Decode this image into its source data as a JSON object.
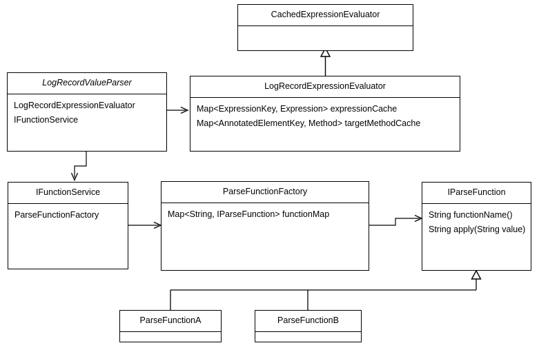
{
  "diagram": {
    "title": "UML class diagram",
    "background_color": "#ffffff",
    "line_color": "#000000",
    "text_color": "#000000"
  },
  "classes": {
    "cached_expression_evaluator": {
      "name": "CachedExpressionEvaluator",
      "stereotype": "",
      "abstract": false,
      "attributes": []
    },
    "log_record_value_parser": {
      "name": "LogRecordValueParser",
      "stereotype": "",
      "abstract": true,
      "attributes": [
        "LogRecordExpressionEvaluator",
        "IFunctionService"
      ]
    },
    "log_record_expression_evaluator": {
      "name": "LogRecordExpressionEvaluator",
      "stereotype": "",
      "abstract": false,
      "attributes": [
        "Map<ExpressionKey, Expression> expressionCache",
        "Map<AnnotatedElementKey, Method> targetMethodCache"
      ]
    },
    "ifunction_service": {
      "name": "IFunctionService",
      "stereotype": "",
      "abstract": false,
      "attributes": [
        "ParseFunctionFactory"
      ]
    },
    "parse_function_factory": {
      "name": "ParseFunctionFactory",
      "stereotype": "",
      "abstract": false,
      "attributes": [
        "Map<String, IParseFunction> functionMap"
      ]
    },
    "iparse_function": {
      "name": "IParseFunction",
      "stereotype": "",
      "abstract": false,
      "attributes": [
        "String functionName()",
        "String apply(String value)"
      ]
    },
    "parse_function_a": {
      "name": "ParseFunctionA",
      "stereotype": "",
      "abstract": false,
      "attributes": []
    },
    "parse_function_b": {
      "name": "ParseFunctionB",
      "stereotype": "",
      "abstract": false,
      "attributes": []
    }
  },
  "relations": [
    {
      "id": "rel-generalization-evaluator",
      "type": "generalization",
      "from": "LogRecordExpressionEvaluator",
      "to": "CachedExpressionEvaluator",
      "arrow": "hollow-triangle"
    },
    {
      "id": "rel-association-parser-evaluator",
      "type": "association",
      "from": "LogRecordValueParser",
      "to": "LogRecordExpressionEvaluator",
      "arrow": "open-arrow"
    },
    {
      "id": "rel-association-parser-functionservice",
      "type": "association",
      "from": "LogRecordValueParser",
      "to": "IFunctionService",
      "arrow": "open-arrow"
    },
    {
      "id": "rel-association-functionservice-factory",
      "type": "association",
      "from": "IFunctionService",
      "to": "ParseFunctionFactory",
      "arrow": "open-arrow"
    },
    {
      "id": "rel-association-factory-iparsefunction",
      "type": "association",
      "from": "ParseFunctionFactory",
      "to": "IParseFunction",
      "arrow": "open-arrow"
    },
    {
      "id": "rel-generalization-parsefunctiona",
      "type": "generalization",
      "from": "ParseFunctionA",
      "to": "IParseFunction",
      "arrow": "hollow-triangle"
    },
    {
      "id": "rel-generalization-parsefunctionb",
      "type": "generalization",
      "from": "ParseFunctionB",
      "to": "IParseFunction",
      "arrow": "hollow-triangle"
    }
  ]
}
